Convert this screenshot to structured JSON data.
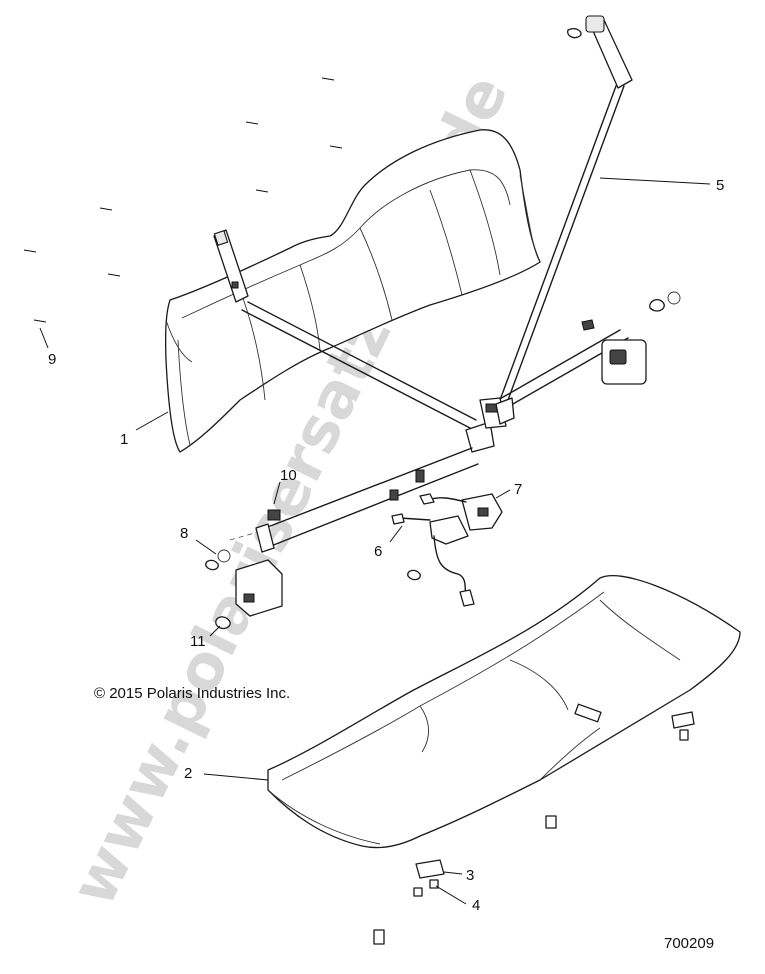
{
  "diagram": {
    "callouts": [
      {
        "id": "1",
        "text": "1"
      },
      {
        "id": "2",
        "text": "2"
      },
      {
        "id": "3",
        "text": "3"
      },
      {
        "id": "4",
        "text": "4"
      },
      {
        "id": "5",
        "text": "5"
      },
      {
        "id": "6",
        "text": "6"
      },
      {
        "id": "7",
        "text": "7"
      },
      {
        "id": "8",
        "text": "8"
      },
      {
        "id": "9",
        "text": "9"
      },
      {
        "id": "10",
        "text": "10"
      },
      {
        "id": "11",
        "text": "11"
      }
    ],
    "copyright": "© 2015 Polaris Industries Inc.",
    "document_number": "700209",
    "watermark": "www.polarisersatzteile.de"
  }
}
